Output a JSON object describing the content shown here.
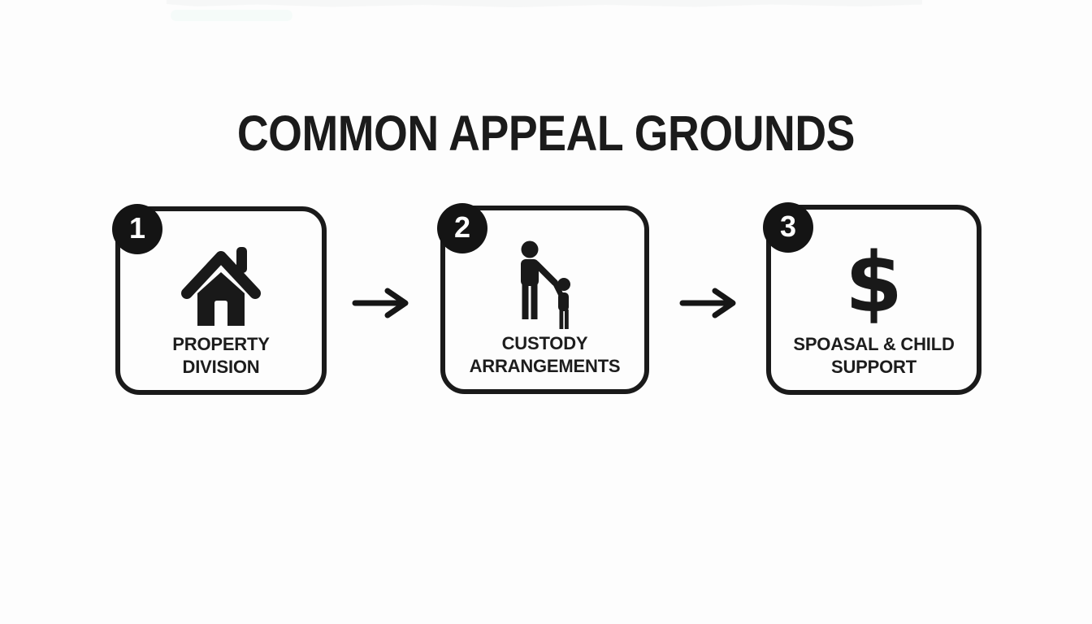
{
  "title": "COMMON APPEAL GROUNDS",
  "colors": {
    "ink": "#1a1a1a",
    "background": "#fdfdfd",
    "badge_background": "#141414",
    "badge_number": "#ffffff"
  },
  "steps": [
    {
      "number": "1",
      "icon": "house-icon",
      "label_line1": "PROPERTY",
      "label_line2": "DIVISION"
    },
    {
      "number": "2",
      "icon": "parent-child-icon",
      "label_line1": "CUSTODY",
      "label_line2": "ARRANGEMENTS"
    },
    {
      "number": "3",
      "icon": "dollar-sign-icon",
      "symbol": "$",
      "label_line1": "SPOASAL & CHILD",
      "label_line2": "SUPPORT"
    }
  ],
  "connectors": [
    {
      "icon": "right-arrow-icon"
    },
    {
      "icon": "right-arrow-icon"
    }
  ]
}
